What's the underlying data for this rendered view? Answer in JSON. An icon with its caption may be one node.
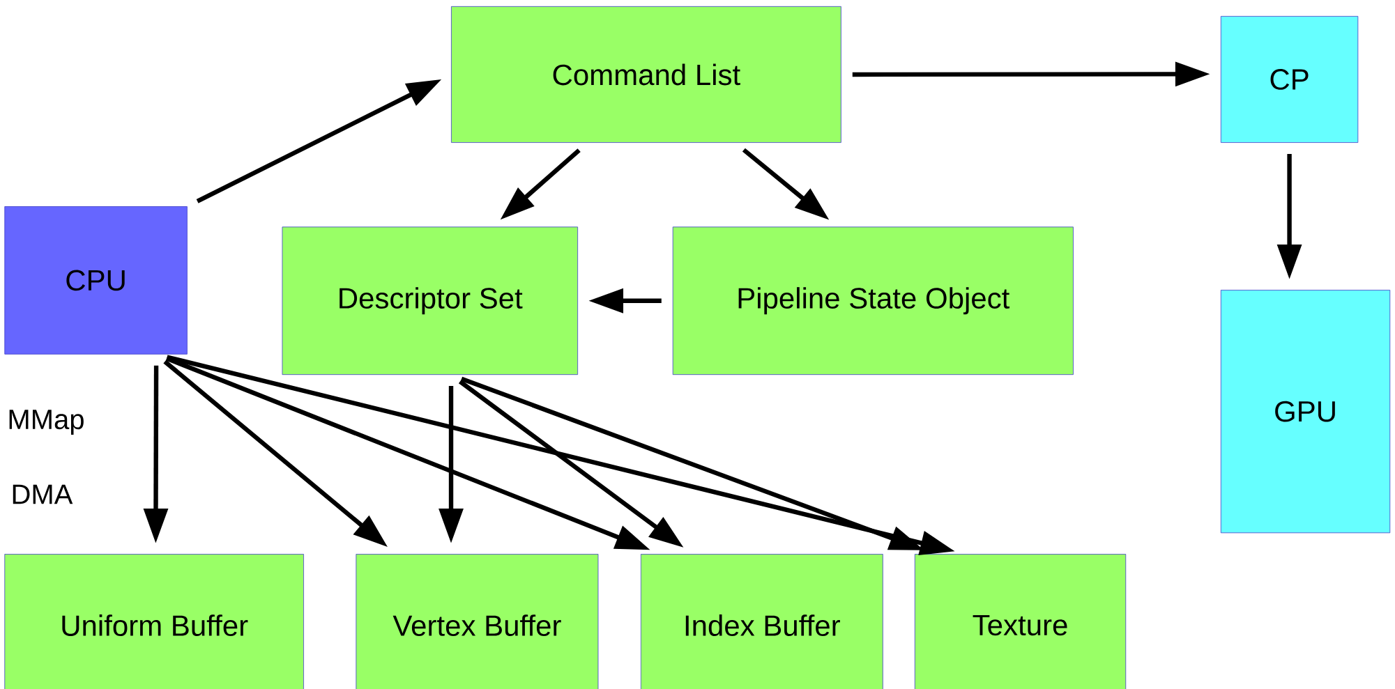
{
  "diagram": {
    "nodes": [
      {
        "text": [
          "Command List"
        ]
      },
      {
        "text": [
          "CP"
        ]
      },
      {
        "text": [
          "CPU"
        ]
      },
      {
        "text": [
          "Descriptor Set"
        ]
      },
      {
        "text": [
          "Pipeline State Object"
        ]
      },
      {
        "text": [
          "GPU"
        ]
      },
      {
        "text": [
          "Uniform Buffer"
        ]
      },
      {
        "text": [
          "Vertex Buffer"
        ]
      },
      {
        "text": [
          "Index Buffer"
        ]
      },
      {
        "text": [
          "Texture"
        ]
      }
    ],
    "edges": [
      {
        "from": 2,
        "to": 0,
        "arrow": "to"
      },
      {
        "from": 0,
        "to": 1,
        "arrow": "to"
      },
      {
        "from": 0,
        "to": 3,
        "arrow": "to"
      },
      {
        "from": 0,
        "to": 4,
        "arrow": "to"
      },
      {
        "from": 4,
        "to": 3,
        "arrow": "to"
      },
      {
        "from": 1,
        "to": 5,
        "arrow": "to"
      },
      {
        "from": 2,
        "to": 6,
        "arrow": "to"
      },
      {
        "from": 2,
        "to": 7,
        "arrow": "to"
      },
      {
        "from": 2,
        "to": 8,
        "arrow": "to"
      },
      {
        "from": 2,
        "to": 9,
        "arrow": "to"
      },
      {
        "from": 3,
        "to": 7,
        "arrow": "to"
      },
      {
        "from": 3,
        "to": 8,
        "arrow": "to"
      },
      {
        "from": 3,
        "to": 9,
        "arrow": "to"
      }
    ],
    "labels": [
      "MMap",
      "DMA"
    ]
  }
}
